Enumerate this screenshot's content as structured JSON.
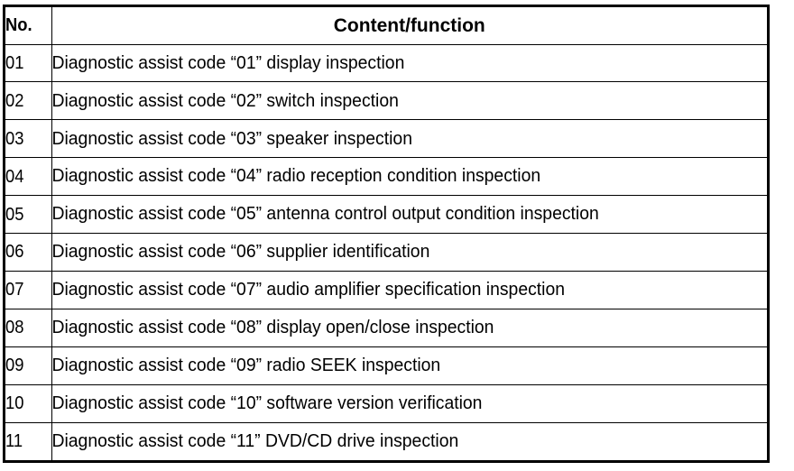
{
  "table": {
    "columns": [
      {
        "key": "no",
        "label": "No."
      },
      {
        "key": "content",
        "label": "Content/function"
      }
    ],
    "rows": [
      {
        "no": "01",
        "content": "Diagnostic assist code “01” display inspection"
      },
      {
        "no": "02",
        "content": "Diagnostic assist code “02” switch inspection"
      },
      {
        "no": "03",
        "content": "Diagnostic assist code “03” speaker inspection"
      },
      {
        "no": "04",
        "content": "Diagnostic assist code “04” radio reception condition inspection"
      },
      {
        "no": "05",
        "content": "Diagnostic assist code “05” antenna control output condition inspection"
      },
      {
        "no": "06",
        "content": "Diagnostic assist code “06” supplier identification"
      },
      {
        "no": "07",
        "content": "Diagnostic assist code “07” audio amplifier specification inspection"
      },
      {
        "no": "08",
        "content": "Diagnostic assist code “08” display open/close inspection"
      },
      {
        "no": "09",
        "content": "Diagnostic assist code “09” radio SEEK inspection"
      },
      {
        "no": "10",
        "content": "Diagnostic assist code “10” software version verification"
      },
      {
        "no": "11",
        "content": "Diagnostic assist code “11” DVD/CD drive inspection"
      }
    ]
  },
  "colors": {
    "text": "#000000",
    "border": "#000000",
    "background": "#ffffff"
  }
}
